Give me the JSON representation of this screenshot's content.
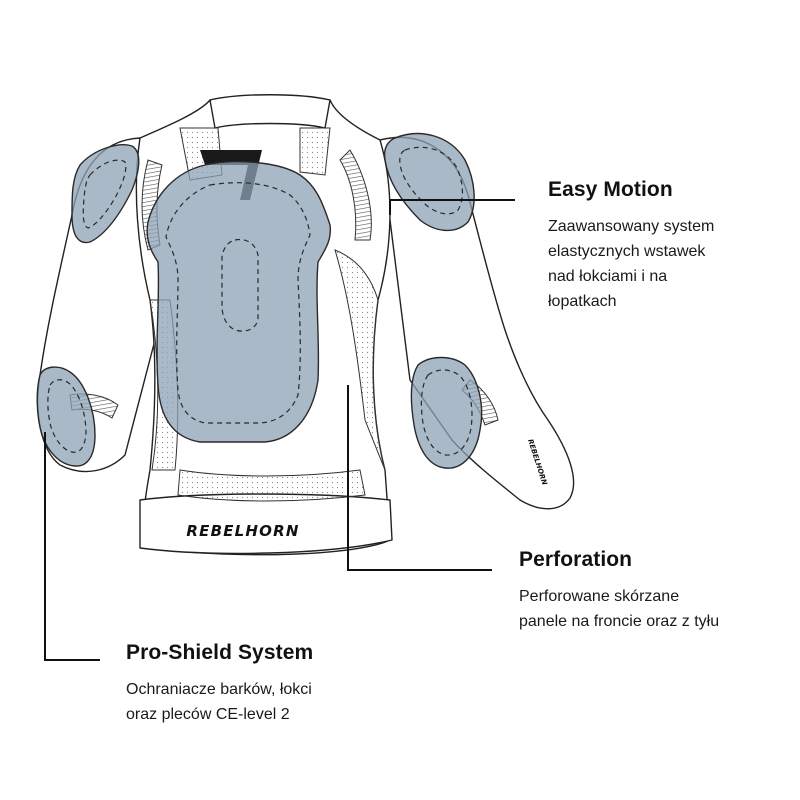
{
  "brand": {
    "back_logo": "REBELHORN",
    "sleeve_logo": "REBELHORN"
  },
  "callouts": [
    {
      "id": "easy-motion",
      "title": "Easy Motion",
      "lines": [
        "Zaawansowany system",
        "elastycznych wstawek",
        "nad łokciami i na",
        "łopatkach"
      ]
    },
    {
      "id": "perforation",
      "title": "Perforation",
      "lines": [
        "Perforowane skórzane",
        "panele na froncie oraz z tyłu"
      ]
    },
    {
      "id": "pro-shield",
      "title": "Pro-Shield System",
      "lines": [
        "Ochraniacze barków, łokci",
        "oraz pleców CE-level 2"
      ]
    }
  ],
  "colors": {
    "outline": "#222222",
    "protector_fill": "#8ea2b6",
    "jacket_fill": "#ffffff",
    "callout_line": "#111111"
  }
}
